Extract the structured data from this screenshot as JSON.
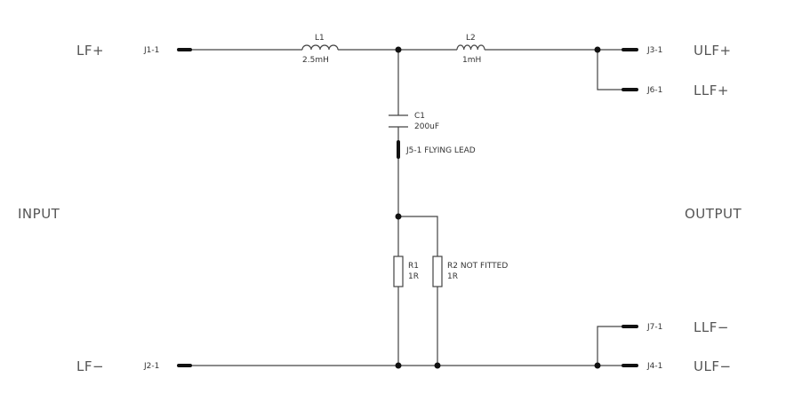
{
  "side_labels": {
    "input": "INPUT",
    "output": "OUTPUT"
  },
  "terminals": {
    "lf_plus": {
      "name": "LF+",
      "connector": "J1-1"
    },
    "lf_minus": {
      "name": "LF−",
      "connector": "J2-1"
    },
    "ulf_plus": {
      "name": "ULF+",
      "connector": "J3-1"
    },
    "llf_plus": {
      "name": "LLF+",
      "connector": "J6-1"
    },
    "llf_minus": {
      "name": "LLF−",
      "connector": "J7-1"
    },
    "ulf_minus": {
      "name": "ULF−",
      "connector": "J4-1"
    }
  },
  "components": {
    "L1": {
      "ref": "L1",
      "value": "2.5mH"
    },
    "L2": {
      "ref": "L2",
      "value": "1mH"
    },
    "C1": {
      "ref": "C1",
      "value": "200uF"
    },
    "J5": {
      "label": "J5-1 FLYING LEAD"
    },
    "R1": {
      "ref": "R1",
      "value": "1R"
    },
    "R2": {
      "ref": "R2 NOT FITTED",
      "value": "1R"
    }
  },
  "colors": {
    "ink": "#444444",
    "text": "#555555",
    "pin": "#111111"
  }
}
